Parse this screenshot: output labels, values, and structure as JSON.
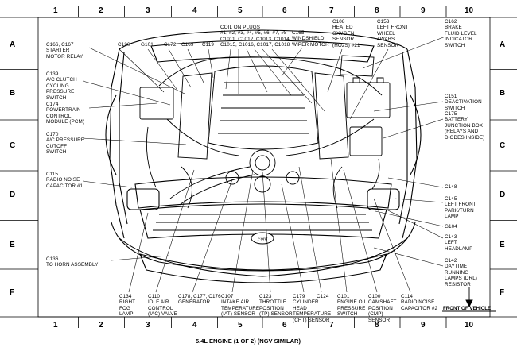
{
  "grid": {
    "columns": [
      "1",
      "2",
      "3",
      "4",
      "5",
      "6",
      "7",
      "8",
      "9",
      "10"
    ],
    "rows": [
      "A",
      "B",
      "C",
      "D",
      "E",
      "F"
    ]
  },
  "labels": {
    "c166": "C166, C167\nSTARTER\nMOTOR RELAY",
    "c120": "C120",
    "g101": "G101",
    "c172": "C172",
    "c169": "C169",
    "c119": "C119",
    "coil": "COIL ON PLUGS\n#1, #2, #3, #4, #5, #6, #7, #8\nC1011, C1012, C1013, C1014,\nC1015, C1016, C1017, C1018",
    "c165": "C165\nWINDSHIELD\nWIPER MOTOR",
    "c108": "C108\nHEATED\nOXYGEN\nSENSOR\n(HO2S) #21",
    "c153": "C153\nLEFT FRONT\nWHEEL\n4WABS\nSENSOR",
    "c162": "C162\nBRAKE\nFLUID LEVEL\nINDICATOR\nSWITCH",
    "c139": "C139\nA/C CLUTCH\nCYCLING\nPRESSURE\nSWITCH",
    "c174": "C174\nPOWERTRAIN\nCONTROL\nMODULE (PCM)",
    "c170": "C170\nA/C PRESSURE\nCUTOFF\nSWITCH",
    "c115": "C115\nRADIO NOISE\nCAPACITOR #1",
    "c136": "C136\nTO HORN ASSEMBLY",
    "c151": "C151\nDEACTIVATION\nSWITCH",
    "c175": "C175\nBATTERY\nJUNCTION BOX\n(RELAYS AND\nDIODES INSIDE)",
    "c148": "C148",
    "c145": "C145\nLEFT FRONT\nPARK/TURN\nLAMP",
    "g104": "G104",
    "c143": "C143\nLEFT\nHEADLAMP",
    "c142": "C142\nDAYTIME\nRUNNING\nLAMPS (DRL)\nRESISTOR",
    "c134": "C134\nRIGHT\nFOG\nLAMP",
    "c110": "C110\nIDLE AIR\nCONTROL\n(IAC) VALVE",
    "c178": "C178, C177, C176\nGENERATOR",
    "c107": "C107\nINTAKE AIR\nTEMPERATURE\n(IAT) SENSOR",
    "c123": "C123\nTHROTTLE\nPOSITION\n(TP) SENSOR",
    "c179": "C179\nCYLINDER\nHEAD\nTEMPERATURE\n(CHT) SENSOR",
    "c124": "C124",
    "c101": "C101\nENGINE OIL\nPRESSURE\nSWITCH",
    "c100": "C100\nCAMSHAFT\nPOSITION\n(CMP)\nSENSOR",
    "c114": "C114\nRADIO NOISE\nCAPACITOR #2"
  },
  "front_of_vehicle": "FRONT OF VEHICLE",
  "footer": "5.4L ENGINE (1 OF 2) (NGV SIMILAR)",
  "ford_logo": "Ford"
}
